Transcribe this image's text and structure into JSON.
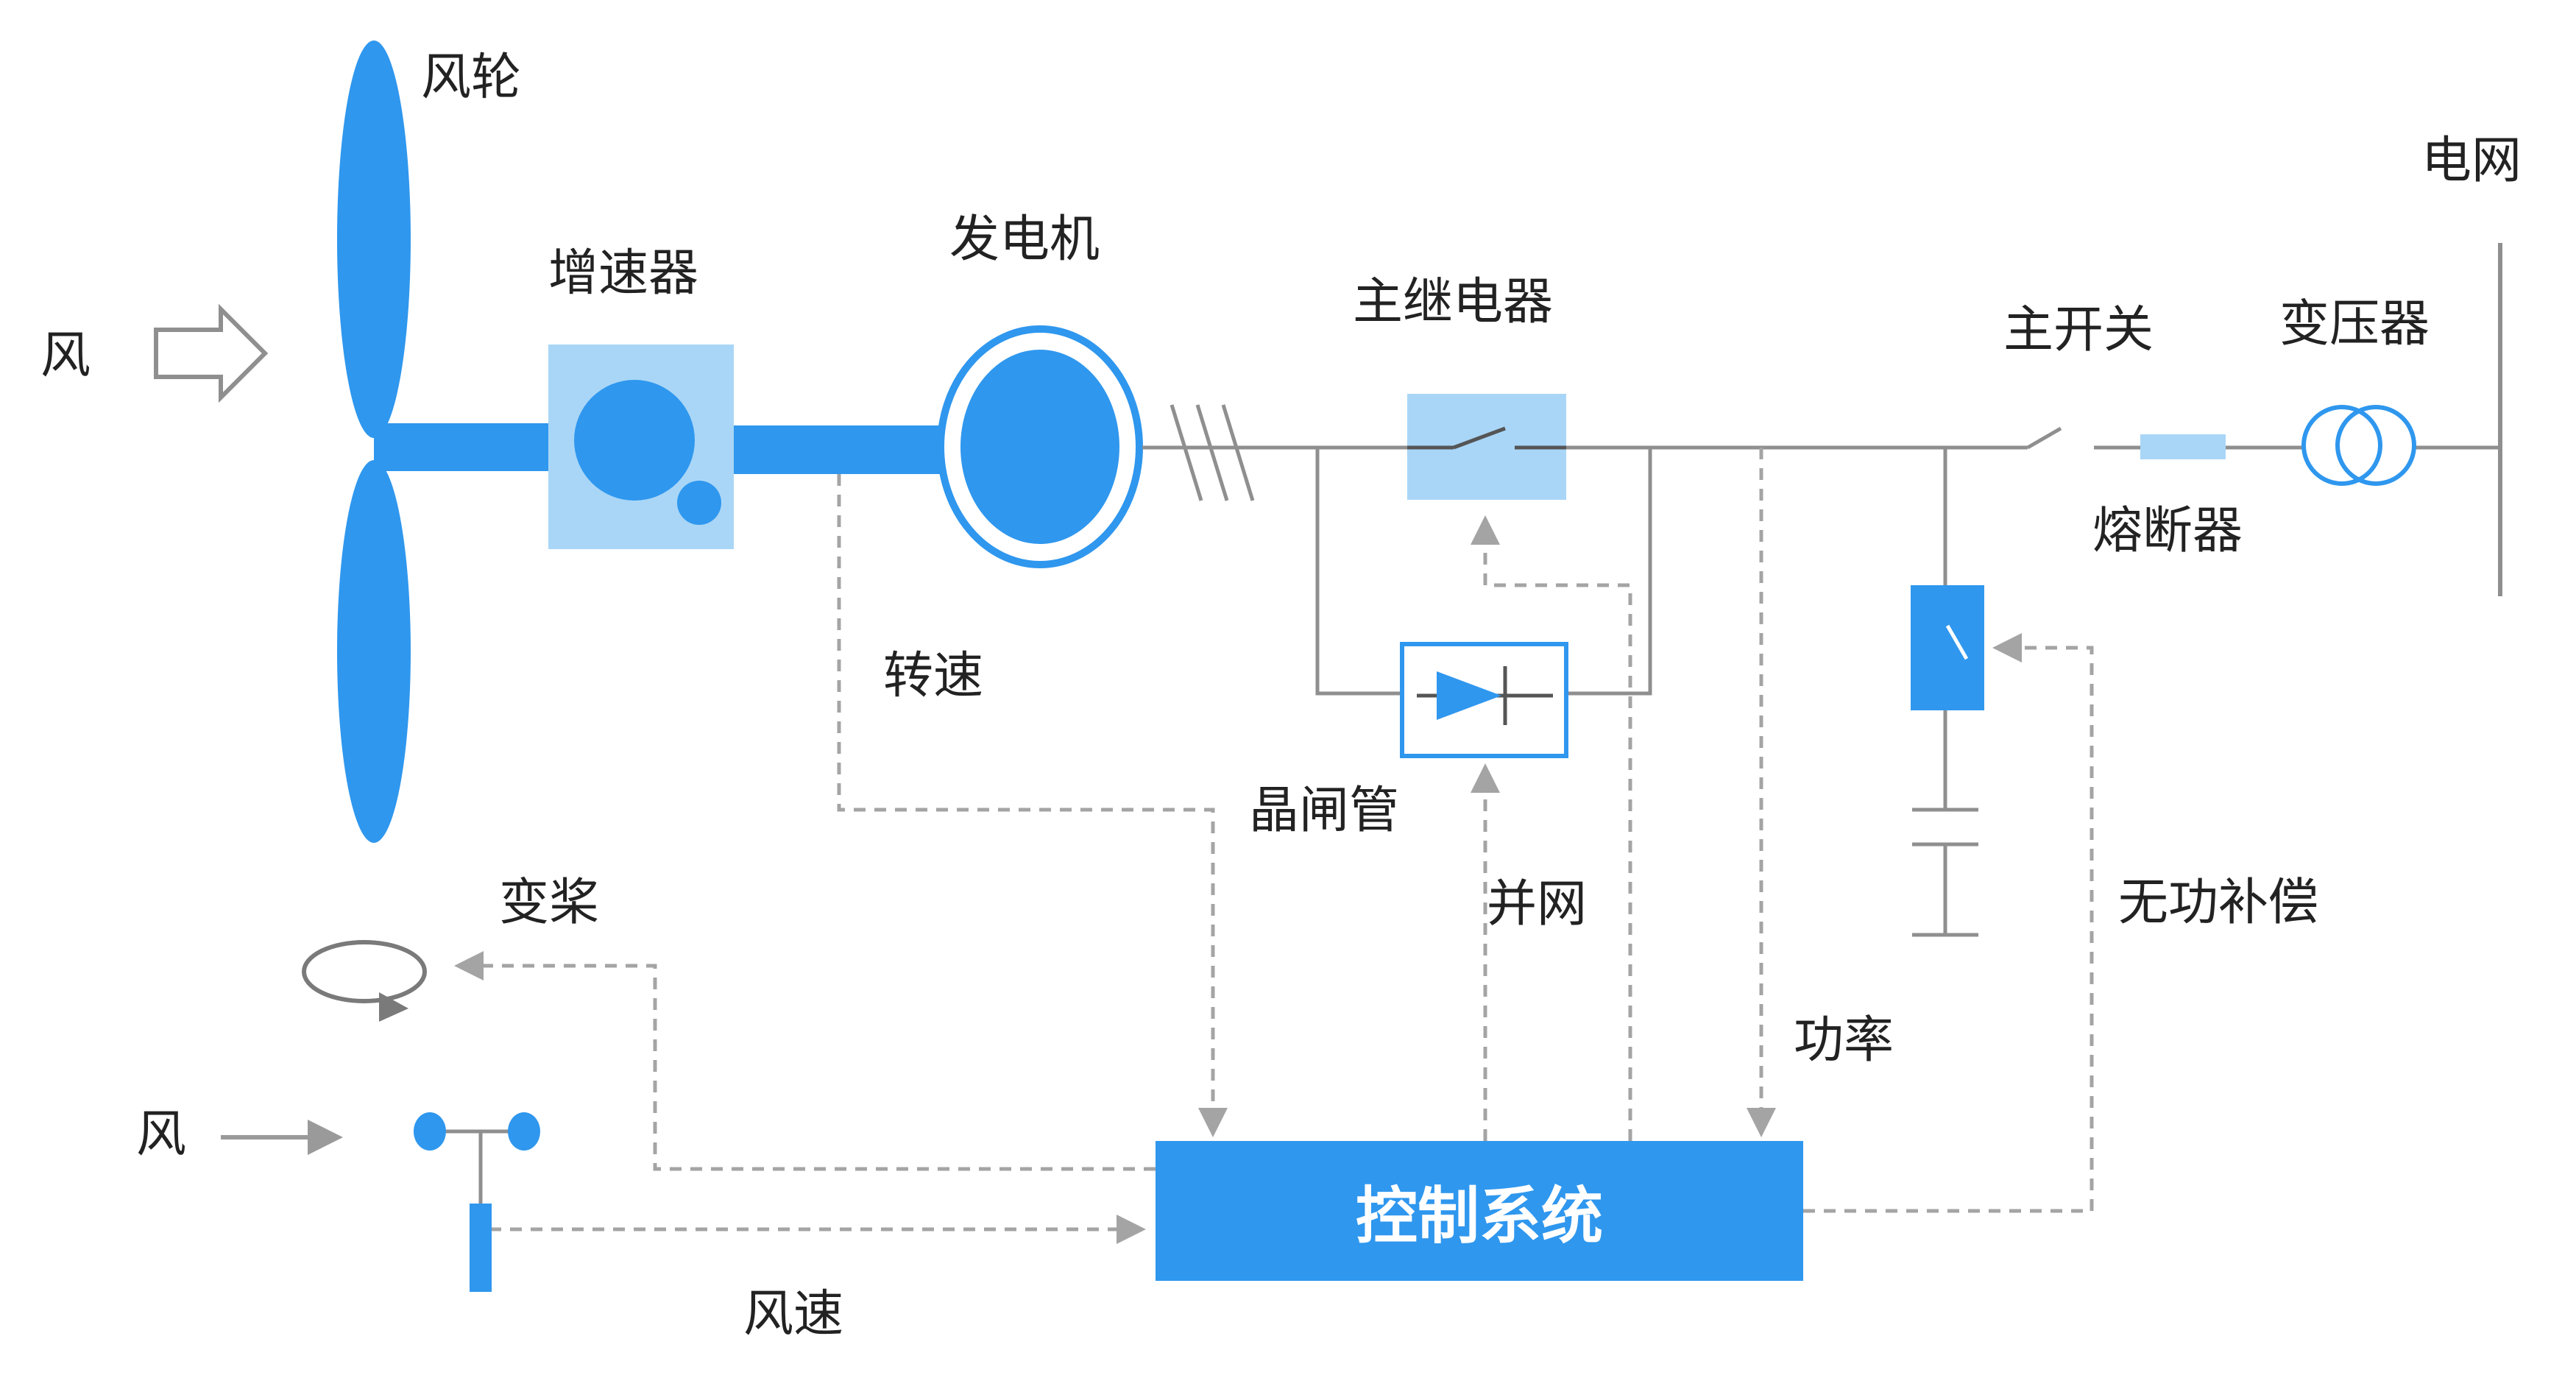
{
  "labels": {
    "wind_left": "风",
    "rotor": "风轮",
    "gearbox": "增速器",
    "generator": "发电机",
    "main_relay": "主继电器",
    "main_switch": "主开关",
    "transformer": "变压器",
    "grid": "电网",
    "fuse": "熔断器",
    "speed": "转速",
    "thyristor": "晶闸管",
    "grid_connect": "并网",
    "reactive_comp": "无功补偿",
    "power": "功率",
    "pitch": "变桨",
    "wind_sensor": "风",
    "wind_speed": "风速",
    "control_system": "控制系统"
  },
  "colors": {
    "primary_blue": "#2f97ee",
    "light_blue": "#a9d6f7",
    "line_gray": "#8f8f8f",
    "dash_gray": "#a4a4a4"
  }
}
